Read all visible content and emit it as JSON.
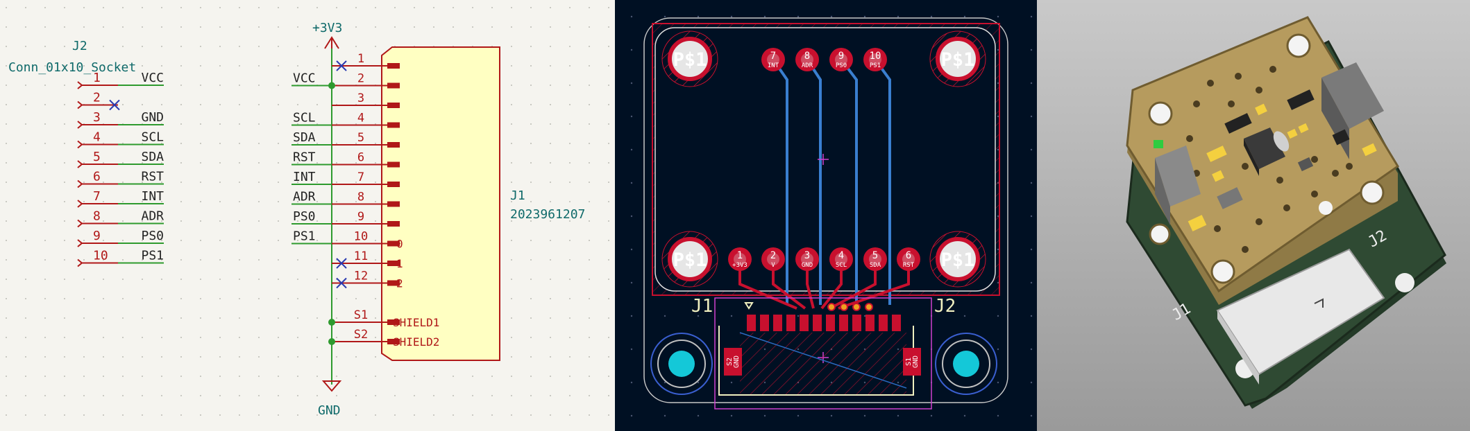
{
  "schematic": {
    "j2": {
      "ref": "J2",
      "value": "Conn_01x10_Socket",
      "pins": [
        {
          "num": "1",
          "net": "VCC"
        },
        {
          "num": "2",
          "net": ""
        },
        {
          "num": "3",
          "net": "GND"
        },
        {
          "num": "4",
          "net": "SCL"
        },
        {
          "num": "5",
          "net": "SDA"
        },
        {
          "num": "6",
          "net": "RST"
        },
        {
          "num": "7",
          "net": "INT"
        },
        {
          "num": "8",
          "net": "ADR"
        },
        {
          "num": "9",
          "net": "PS0"
        },
        {
          "num": "10",
          "net": "PS1"
        }
      ]
    },
    "power_label": "+3V3",
    "ground_label": "GND",
    "j1": {
      "ref": "J1",
      "value": "2023961207",
      "pins": [
        {
          "num": "1",
          "net": "",
          "nc": true
        },
        {
          "num": "2",
          "net": "VCC",
          "nc": false
        },
        {
          "num": "3",
          "net": "",
          "nc": false
        },
        {
          "num": "4",
          "net": "SCL",
          "nc": false
        },
        {
          "num": "5",
          "net": "SDA",
          "nc": false
        },
        {
          "num": "6",
          "net": "RST",
          "nc": false
        },
        {
          "num": "7",
          "net": "INT",
          "nc": false
        },
        {
          "num": "8",
          "net": "ADR",
          "nc": false
        },
        {
          "num": "9",
          "net": "PS0",
          "nc": false
        },
        {
          "num": "10",
          "net": "PS1",
          "nc": false
        },
        {
          "num": "11",
          "net": "",
          "nc": true
        },
        {
          "num": "12",
          "net": "",
          "nc": true
        }
      ],
      "inner_labels": [
        "0",
        "1",
        "2"
      ],
      "shields": [
        {
          "num": "S1",
          "name": "SHIELD1"
        },
        {
          "num": "S2",
          "name": "SHIELD2"
        }
      ]
    }
  },
  "pcb": {
    "mount_label": "P$1",
    "top_pads": [
      {
        "num": "7",
        "net": "INT"
      },
      {
        "num": "8",
        "net": "ADR"
      },
      {
        "num": "9",
        "net": "PS0"
      },
      {
        "num": "10",
        "net": "PS1"
      }
    ],
    "bottom_pads": [
      {
        "num": "1",
        "net": "+3V3"
      },
      {
        "num": "2",
        "net": "V"
      },
      {
        "num": "3",
        "net": "GND"
      },
      {
        "num": "4",
        "net": "SCL"
      },
      {
        "num": "5",
        "net": "SDA"
      },
      {
        "num": "6",
        "net": "RST"
      }
    ],
    "j1_label": "J1",
    "j2_label": "J2",
    "shield_pads": [
      {
        "num": "S2",
        "net": "GND"
      },
      {
        "num": "S1",
        "net": "GND"
      }
    ]
  },
  "render3d": {
    "j1_label": "J1",
    "j2_label": "J2"
  },
  "colors": {
    "sch_bg": "#f5f4ef",
    "sch_wire": "#2e9a2e",
    "sch_pin": "#b01818",
    "sch_text": "#0f6a6a",
    "sch_body": "#ffffc2",
    "pcb_bg": "#001023",
    "pcb_pad": "#c8102e",
    "pcb_trace": "#3a7fd0",
    "pcb_silk": "#f0f0c0",
    "board_3d": "#b69b5e",
    "board_3d_green": "#2f4a33"
  }
}
